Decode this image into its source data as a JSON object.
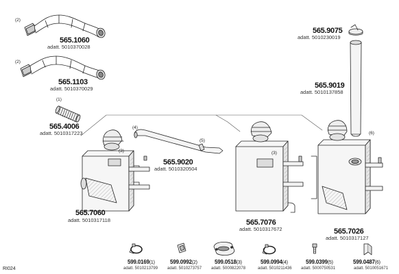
{
  "diagram_ref": "RI024",
  "parts": [
    {
      "id": "p1060",
      "qty": "(2)",
      "code": "565.1060",
      "adatt": "adatt. 5010370028"
    },
    {
      "id": "p1103",
      "qty": "(2)",
      "code": "565.1103",
      "adatt": "adatt. 5010370029"
    },
    {
      "id": "p4006",
      "qty": "(1)",
      "code": "565.4006",
      "adatt": "adatt. 5010317223"
    },
    {
      "id": "p9075",
      "code": "565.9075",
      "adatt": "adatt. 5010230019"
    },
    {
      "id": "p9019",
      "code": "565.9019",
      "adatt": "adatt. 5010137858"
    },
    {
      "id": "p9020",
      "code": "565.9020",
      "adatt": "adatt. 5010320504"
    },
    {
      "id": "p7060",
      "code": "565.7060",
      "adatt": "adatt. 5010317118"
    },
    {
      "id": "p7076",
      "code": "565.7076",
      "adatt": "adatt. 5010317672"
    },
    {
      "id": "p7026",
      "code": "565.7026",
      "adatt": "adatt. 5010317127"
    }
  ],
  "callouts": {
    "c4": "(4)",
    "c5": "(5)",
    "c3a": "(3)",
    "c3b": "(3)",
    "c6": "(6)"
  },
  "bottom_parts": [
    {
      "code": "599.0169",
      "qty": "(1)",
      "adatt": "adatt. 5010213799"
    },
    {
      "code": "599.0992",
      "qty": "(2)",
      "adatt": "adatt. 5010273757"
    },
    {
      "code": "599.0518",
      "qty": "(3)",
      "adatt": "adatt. 5000822078"
    },
    {
      "code": "599.0994",
      "qty": "(4)",
      "adatt": "adatt. 5010211436"
    },
    {
      "code": "599.0399",
      "qty": "(5)",
      "adatt": "adatt. 5000750531"
    },
    {
      "code": "599.0487",
      "qty": "(6)",
      "adatt": "adatt. 5010051671"
    }
  ]
}
